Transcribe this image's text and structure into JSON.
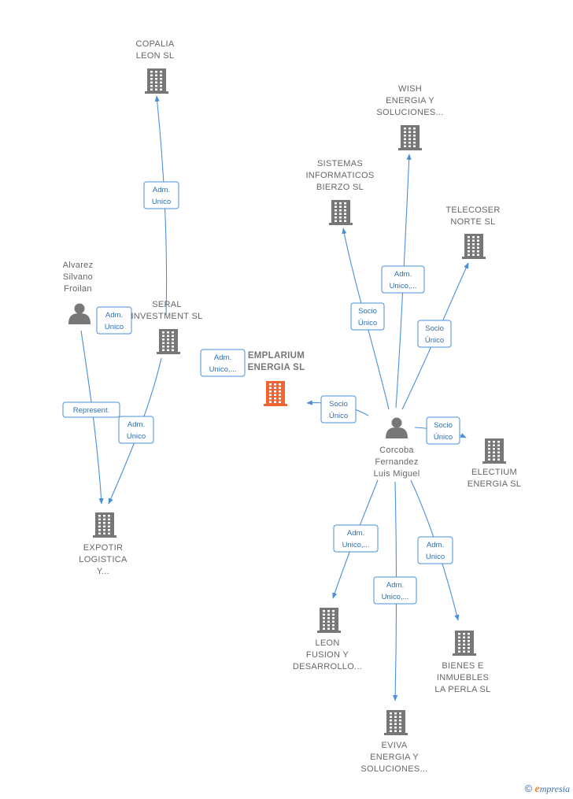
{
  "colors": {
    "edge": "#4a90d9",
    "company": "#777777",
    "focus": "#f26532",
    "person": "#777777"
  },
  "nodes": [
    {
      "id": "copalia",
      "kind": "company",
      "icon": "building-icon",
      "lines": [
        "COPALIA",
        "LEON SL"
      ]
    },
    {
      "id": "wish",
      "kind": "company",
      "icon": "building-icon",
      "lines": [
        "WISH",
        "ENERGIA Y",
        "SOLUCIONES..."
      ]
    },
    {
      "id": "sistemas",
      "kind": "company",
      "icon": "building-icon",
      "lines": [
        "SISTEMAS",
        "INFORMATICOS",
        "BIERZO  SL"
      ]
    },
    {
      "id": "telecoser",
      "kind": "company",
      "icon": "building-icon",
      "lines": [
        "TELECOSER",
        "NORTE SL"
      ]
    },
    {
      "id": "alvarez",
      "kind": "person",
      "icon": "person-icon",
      "lines": [
        "Alvarez",
        "Silvano",
        "Froilan"
      ]
    },
    {
      "id": "seral",
      "kind": "company",
      "icon": "building-icon",
      "lines": [
        "SERAL",
        "INVESTMENT SL"
      ]
    },
    {
      "id": "emplarium",
      "kind": "focus",
      "icon": "building-icon",
      "lines": [
        "EMPLARIUM",
        "ENERGIA  SL"
      ]
    },
    {
      "id": "corcoba",
      "kind": "person",
      "icon": "person-icon",
      "lines": [
        "Corcoba",
        "Fernandez",
        "Luis Miguel"
      ]
    },
    {
      "id": "electium",
      "kind": "company",
      "icon": "building-icon",
      "lines": [
        "ELECTIUM",
        "ENERGIA  SL"
      ]
    },
    {
      "id": "expotir",
      "kind": "company",
      "icon": "building-icon",
      "lines": [
        "EXPOTIR",
        "LOGISTICA",
        "Y..."
      ]
    },
    {
      "id": "leonfusion",
      "kind": "company",
      "icon": "building-icon",
      "lines": [
        "LEON",
        "FUSION Y",
        "DESARROLLO..."
      ]
    },
    {
      "id": "bienes",
      "kind": "company",
      "icon": "building-icon",
      "lines": [
        "BIENES E",
        "INMUEBLES",
        "LA PERLA  SL"
      ]
    },
    {
      "id": "eviva",
      "kind": "company",
      "icon": "building-icon",
      "lines": [
        "EVIVA",
        "ENERGIA Y",
        "SOLUCIONES..."
      ]
    }
  ],
  "edges": [
    {
      "from": "seral",
      "to": "copalia",
      "lines": [
        "Adm.",
        "Unico"
      ]
    },
    {
      "from": "seral",
      "to": "expotir",
      "lines": [
        "Adm.",
        "Unico"
      ]
    },
    {
      "from": "alvarez",
      "to": "seral",
      "lines": [
        "Adm.",
        "Unico"
      ]
    },
    {
      "from": "alvarez",
      "to": "expotir",
      "lines": [
        "Represent."
      ]
    },
    {
      "from": "seral",
      "to": "emplarium",
      "lines": [
        "Adm.",
        "Unico,..."
      ]
    },
    {
      "from": "corcoba",
      "to": "emplarium",
      "lines": [
        "Socio",
        "Único"
      ]
    },
    {
      "from": "corcoba",
      "to": "sistemas",
      "lines": [
        "Socio",
        "Único"
      ]
    },
    {
      "from": "corcoba",
      "to": "wish",
      "lines": [
        "Adm.",
        "Unico,..."
      ]
    },
    {
      "from": "corcoba",
      "to": "telecoser",
      "lines": [
        "Socio",
        "Único"
      ]
    },
    {
      "from": "corcoba",
      "to": "electium",
      "lines": [
        "Socio",
        "Único"
      ]
    },
    {
      "from": "corcoba",
      "to": "leonfusion",
      "lines": [
        "Adm.",
        "Unico,..."
      ]
    },
    {
      "from": "corcoba",
      "to": "eviva",
      "lines": [
        "Adm.",
        "Unico,..."
      ]
    },
    {
      "from": "corcoba",
      "to": "bienes",
      "lines": [
        "Adm.",
        "Unico"
      ]
    }
  ],
  "footer": {
    "copyright": "©",
    "brand_initial": "e",
    "brand_rest": "mpresia"
  }
}
